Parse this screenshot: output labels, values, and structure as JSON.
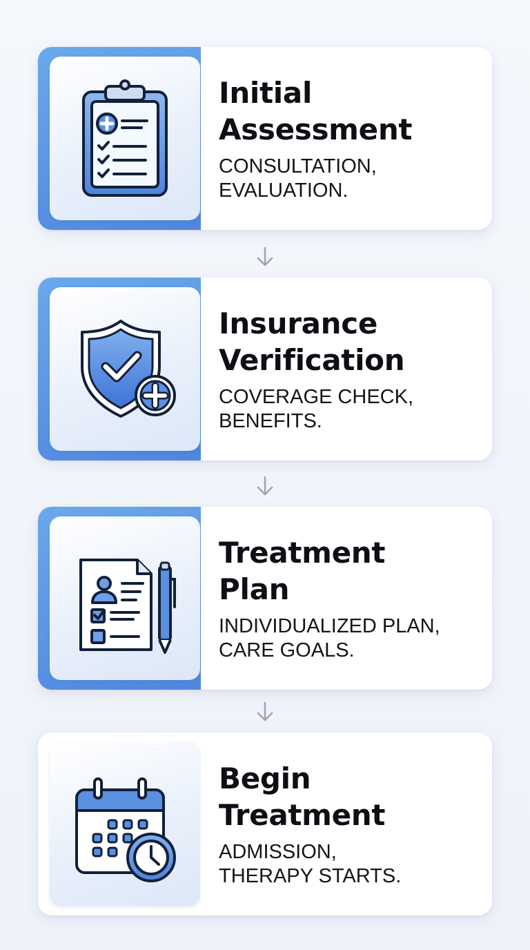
{
  "steps": [
    {
      "title": "Initial Assessment",
      "title_line1": "Initial",
      "title_line2": "Assessment",
      "desc_line1": "CONSULTATION,",
      "desc_line2": "EVALUATION.",
      "icon": "clipboard-medical-icon"
    },
    {
      "title": "Insurance Verification",
      "title_line1": "Insurance",
      "title_line2": "Verification",
      "desc_line1": "COVERAGE CHECK,",
      "desc_line2": "BENEFITS.",
      "icon": "shield-check-icon"
    },
    {
      "title": "Treatment Plan",
      "title_line1": "Treatment",
      "title_line2": "Plan",
      "desc_line1": "INDIVIDUALIZED PLAN,",
      "desc_line2": "CARE GOALS.",
      "icon": "document-pen-icon"
    },
    {
      "title": "Begin Treatment",
      "title_line1": "Begin",
      "title_line2": "Treatment",
      "desc_line1": "ADMISSION,",
      "desc_line2": "THERAPY STARTS.",
      "icon": "calendar-clock-icon"
    }
  ],
  "colors": {
    "accent": "#4f86de",
    "accent_light": "#6aa9ea",
    "icon_blue": "#5b8fe0",
    "ink": "#0d0f14",
    "arrow": "#9aa4b4"
  }
}
